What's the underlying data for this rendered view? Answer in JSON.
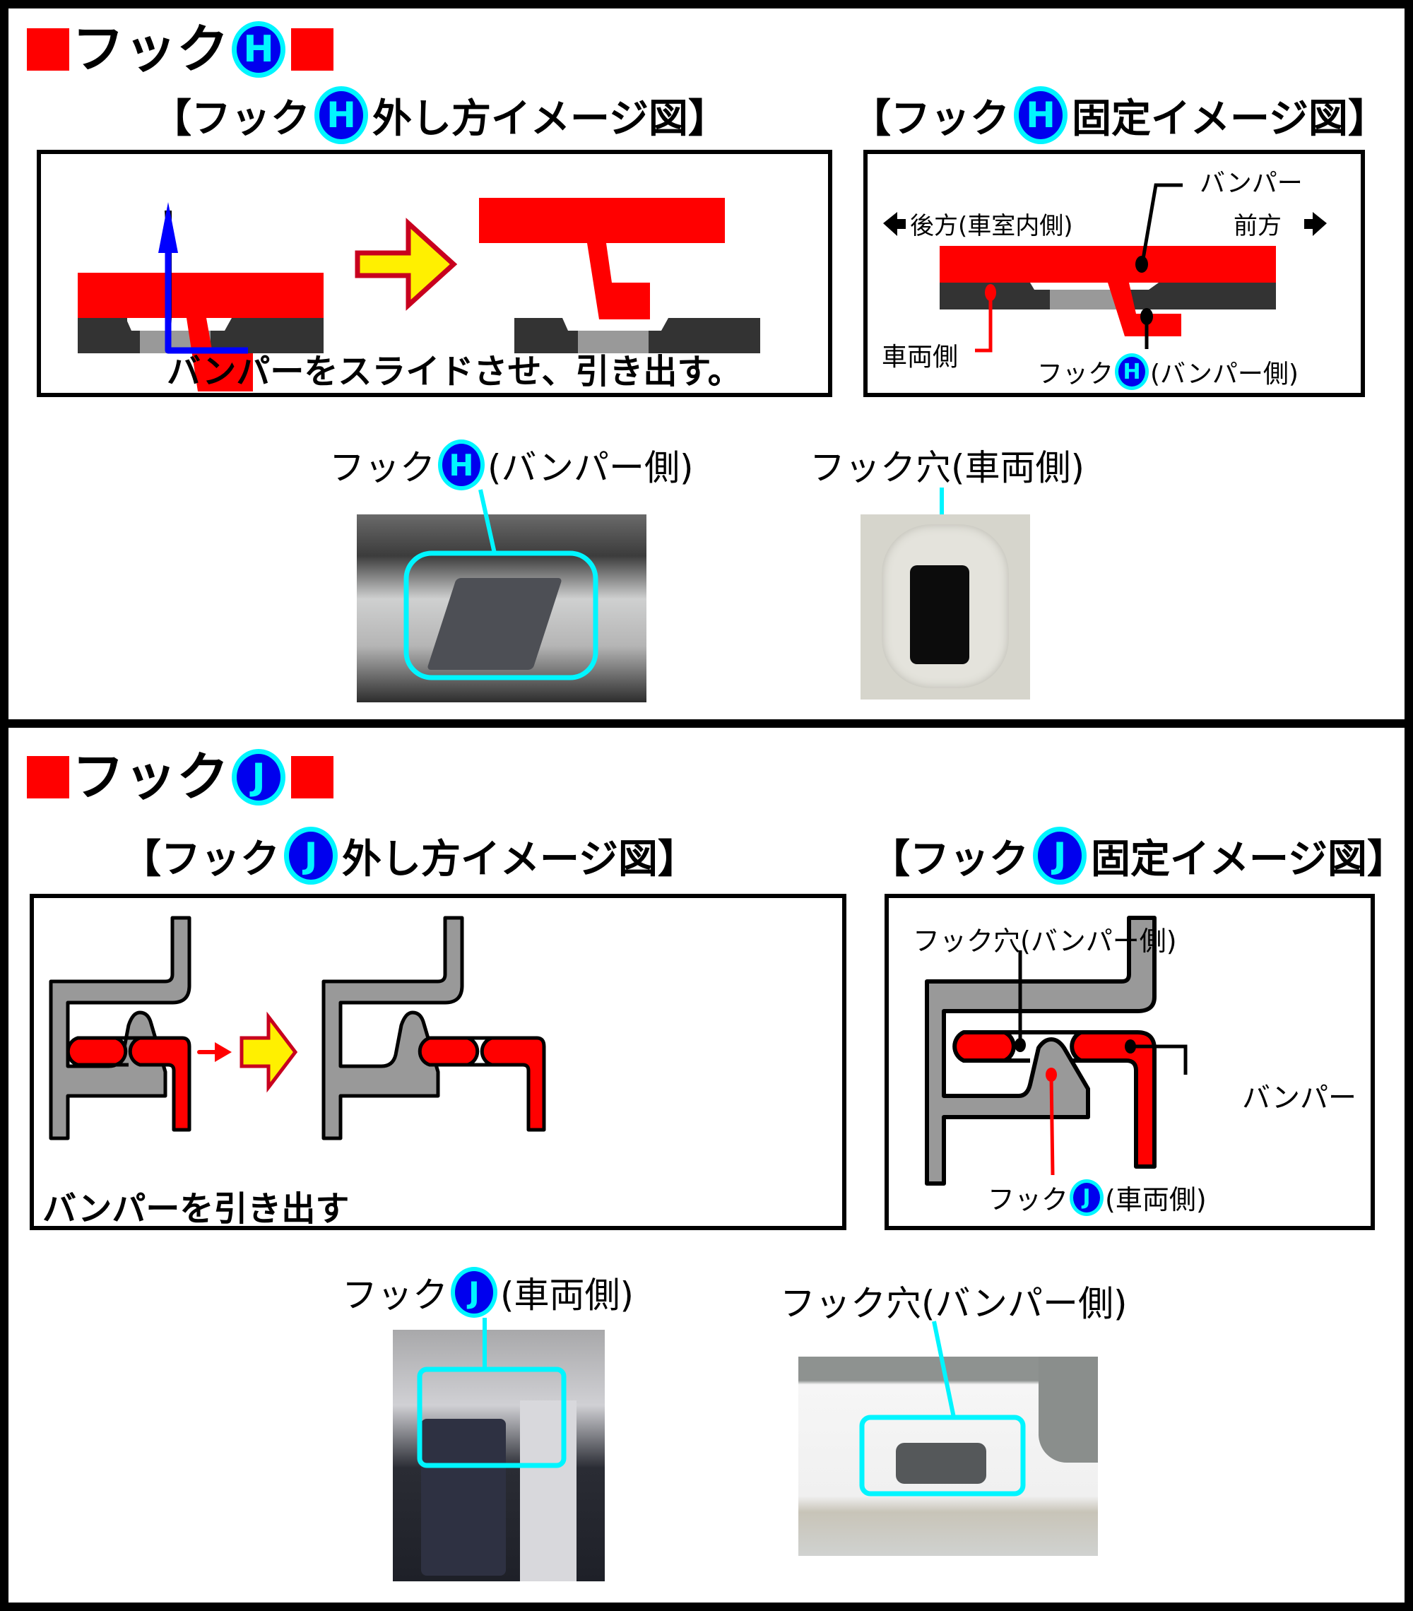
{
  "sections": [
    {
      "id": "H",
      "title": "フック",
      "badge": "H",
      "removal": {
        "title_prefix": "【フック",
        "title_suffix": "外し方イメージ図】",
        "caption": "バンパーをスライドさせ、引き出す。"
      },
      "fixed": {
        "title_prefix": "【フック",
        "title_suffix": "固定イメージ図】",
        "label_bumper": "バンパー",
        "label_rear": "後方(車室内側)",
        "label_front": "前方",
        "label_vehicle": "車両側",
        "label_hook_prefix": "フック",
        "label_hook_suffix": "(バンパー側)"
      },
      "photos": {
        "left_label_prefix": "フック",
        "left_label_suffix": "(バンパー側)",
        "right_label": "フック穴(車両側)"
      }
    },
    {
      "id": "J",
      "title": "フック",
      "badge": "J",
      "removal": {
        "title_prefix": "【フック",
        "title_suffix": "外し方イメージ図】",
        "caption": "バンパーを引き出す"
      },
      "fixed": {
        "title_prefix": "【フック",
        "title_suffix": "固定イメージ図】",
        "label_hole": "フック穴(バンパー側)",
        "label_bumper": "バンパー",
        "label_hook_prefix": "フック",
        "label_hook_suffix": "(車両側)"
      },
      "photos": {
        "left_label_prefix": "フック",
        "left_label_suffix": "(車両側)",
        "right_label": "フック穴(バンパー側)"
      }
    }
  ],
  "colors": {
    "bumper_red": "#ff0000",
    "vehicle_dark": "#333333",
    "gap_gray": "#999999",
    "badge_blue": "#0000ee",
    "badge_ring": "#00f5ff",
    "highlight_cyan": "#00f5ff",
    "arrow_yellow": "#fff000",
    "arrow_border": "#c8001e",
    "motion_blue": "#0000ff"
  }
}
